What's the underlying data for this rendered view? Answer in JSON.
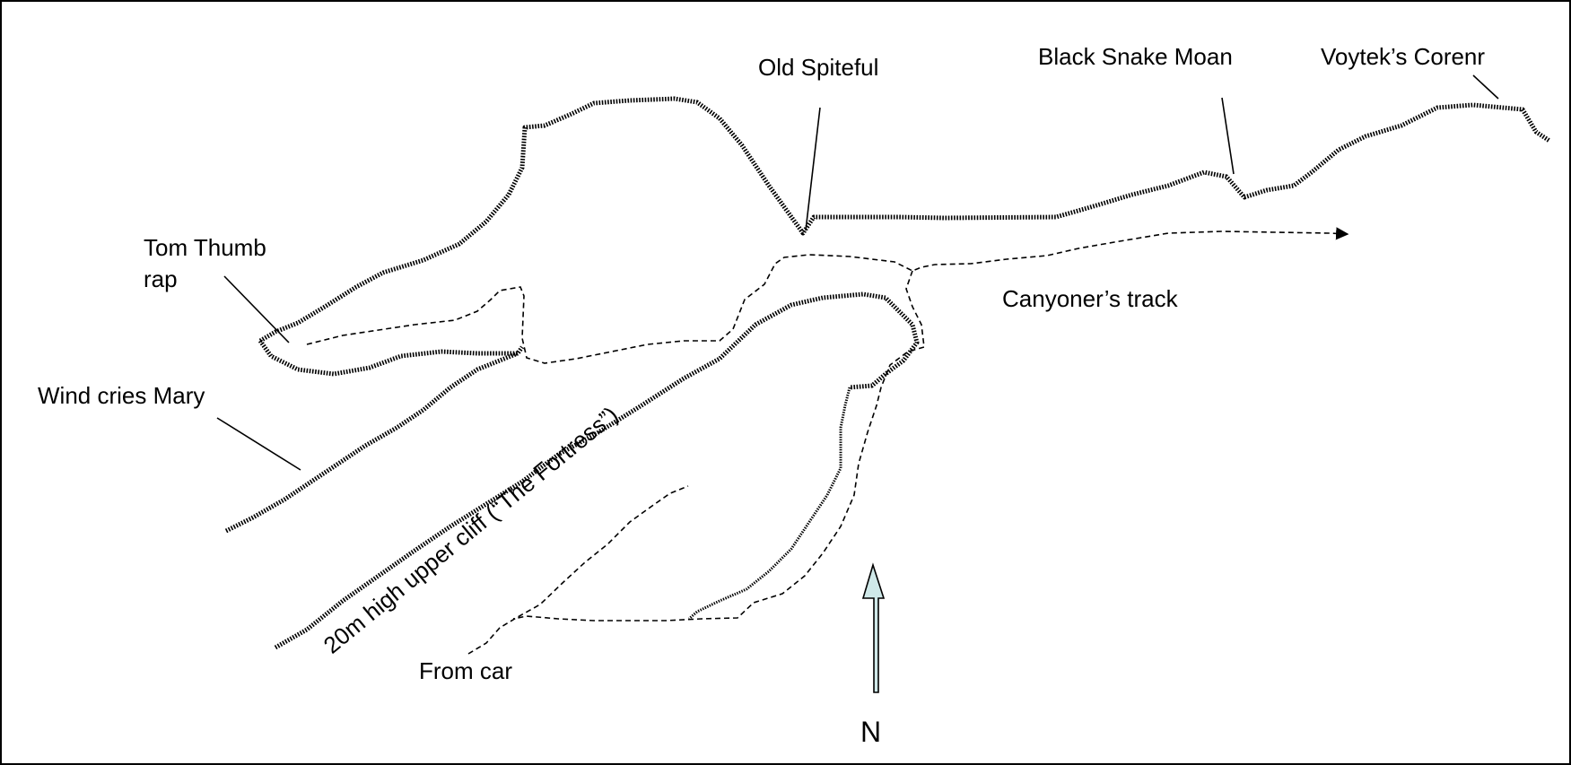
{
  "diagram": {
    "title": "",
    "labels": {
      "old_spiteful": "Old Spiteful",
      "black_snake_moan": "Black Snake Moan",
      "voyteks_corner": "Voytek’s Corenr",
      "tom_thumb_line1": "Tom Thumb",
      "tom_thumb_line2": "rap",
      "wind_cries_mary": "Wind cries Mary",
      "canyoners_track": "Canyoner’s track",
      "fortress_cliff": "20m high upper cliff (“The Fortress”)",
      "from_car": "From car",
      "north": "N"
    },
    "legend_styles": {
      "cliff_line": "hatched heavy line",
      "track_line": "dashed line"
    },
    "colors": {
      "line": "#000000",
      "background": "#ffffff",
      "north_arrow_fill": "#cfe8e8"
    }
  }
}
